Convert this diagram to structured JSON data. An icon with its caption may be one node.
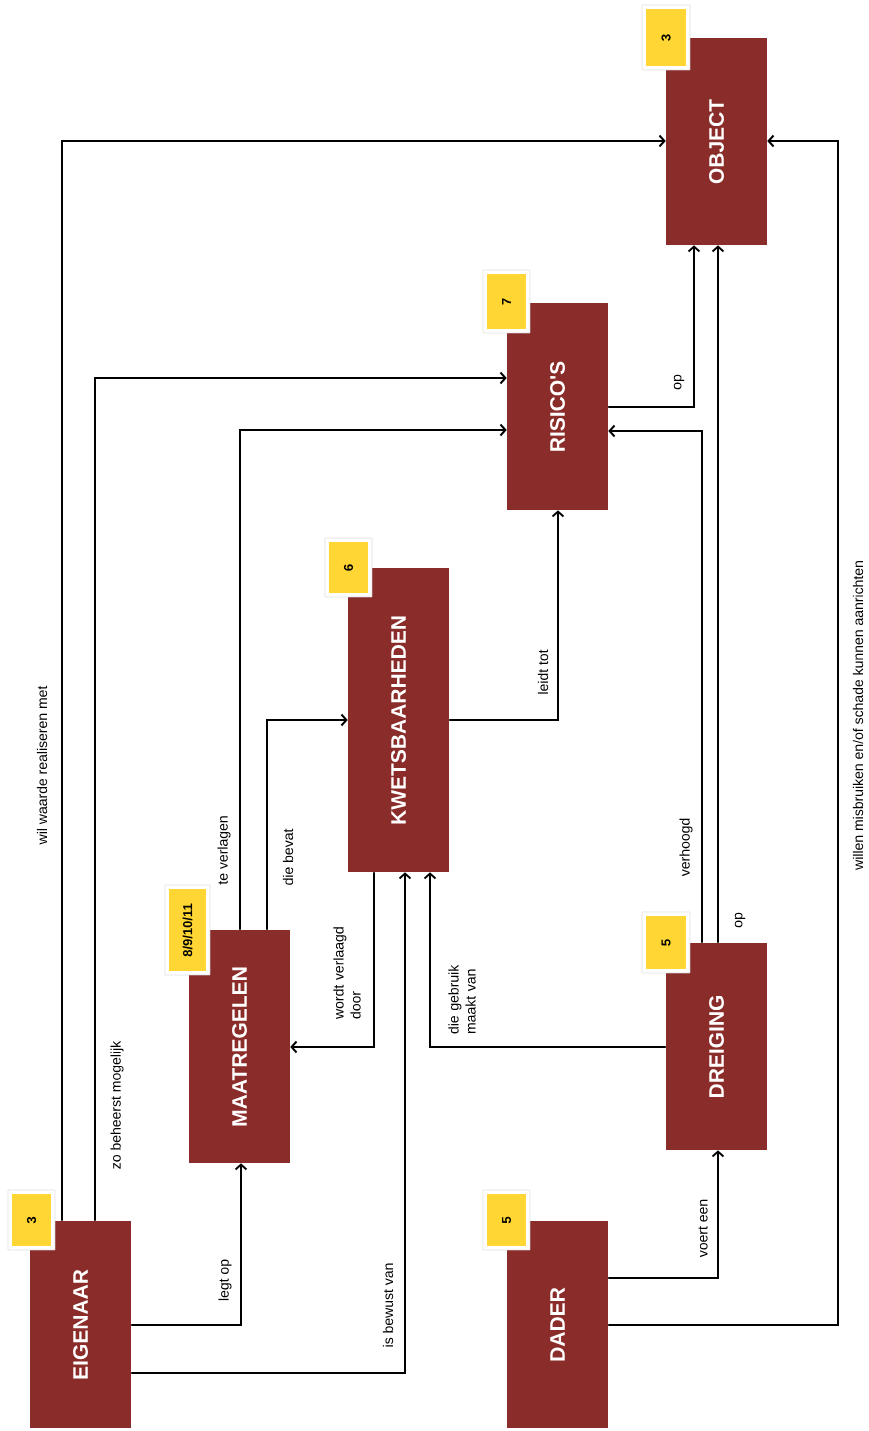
{
  "diagram": {
    "nodes": [
      {
        "text": [
          "EIGENAAR"
        ],
        "beside": [
          "3"
        ]
      },
      {
        "text": [
          "MAATREGELEN"
        ],
        "beside": [
          "8/9/10/11"
        ]
      },
      {
        "text": [
          "KWETSBAARHEDEN"
        ],
        "beside": [
          "6"
        ]
      },
      {
        "text": [
          "RISICO'S"
        ],
        "beside": [
          "7"
        ]
      },
      {
        "text": [
          "OBJECT"
        ],
        "beside": [
          "3"
        ]
      },
      {
        "text": [
          "DREIGING"
        ],
        "beside": [
          "5"
        ]
      },
      {
        "text": [
          "DADER"
        ],
        "beside": [
          "5"
        ]
      }
    ],
    "edges": [
      {
        "from": 0,
        "to": 4,
        "arrow": "to",
        "label": "wil waarde realiseren met"
      },
      {
        "from": 0,
        "to": 3,
        "arrow": "to",
        "label": "zo beheerst mogelijk"
      },
      {
        "from": 0,
        "to": 1,
        "arrow": "to",
        "label": "legt op"
      },
      {
        "from": 0,
        "to": 2,
        "arrow": "to",
        "label": "is bewust van"
      },
      {
        "from": 1,
        "to": 3,
        "arrow": "to",
        "label": "te verlagen"
      },
      {
        "from": 1,
        "to": 2,
        "arrow": "to",
        "label": "die bevat"
      },
      {
        "from": 2,
        "to": 1,
        "arrow": "to",
        "label": "wordt verlaagd door"
      },
      {
        "from": 2,
        "to": 3,
        "arrow": "to",
        "label": "leidt tot"
      },
      {
        "from": 3,
        "to": 4,
        "arrow": "to",
        "label": "op"
      },
      {
        "from": 5,
        "to": 3,
        "arrow": "to",
        "label": "verhoogd"
      },
      {
        "from": 5,
        "to": 4,
        "arrow": "to",
        "label": "op"
      },
      {
        "from": 5,
        "to": 2,
        "arrow": "to",
        "label": "die gebruik maakt van"
      },
      {
        "from": 6,
        "to": 5,
        "arrow": "to",
        "label": "voert een"
      },
      {
        "from": 6,
        "to": 4,
        "arrow": "to",
        "label": "willen misbruiken en/of schade kunnen aanrichten"
      }
    ]
  }
}
